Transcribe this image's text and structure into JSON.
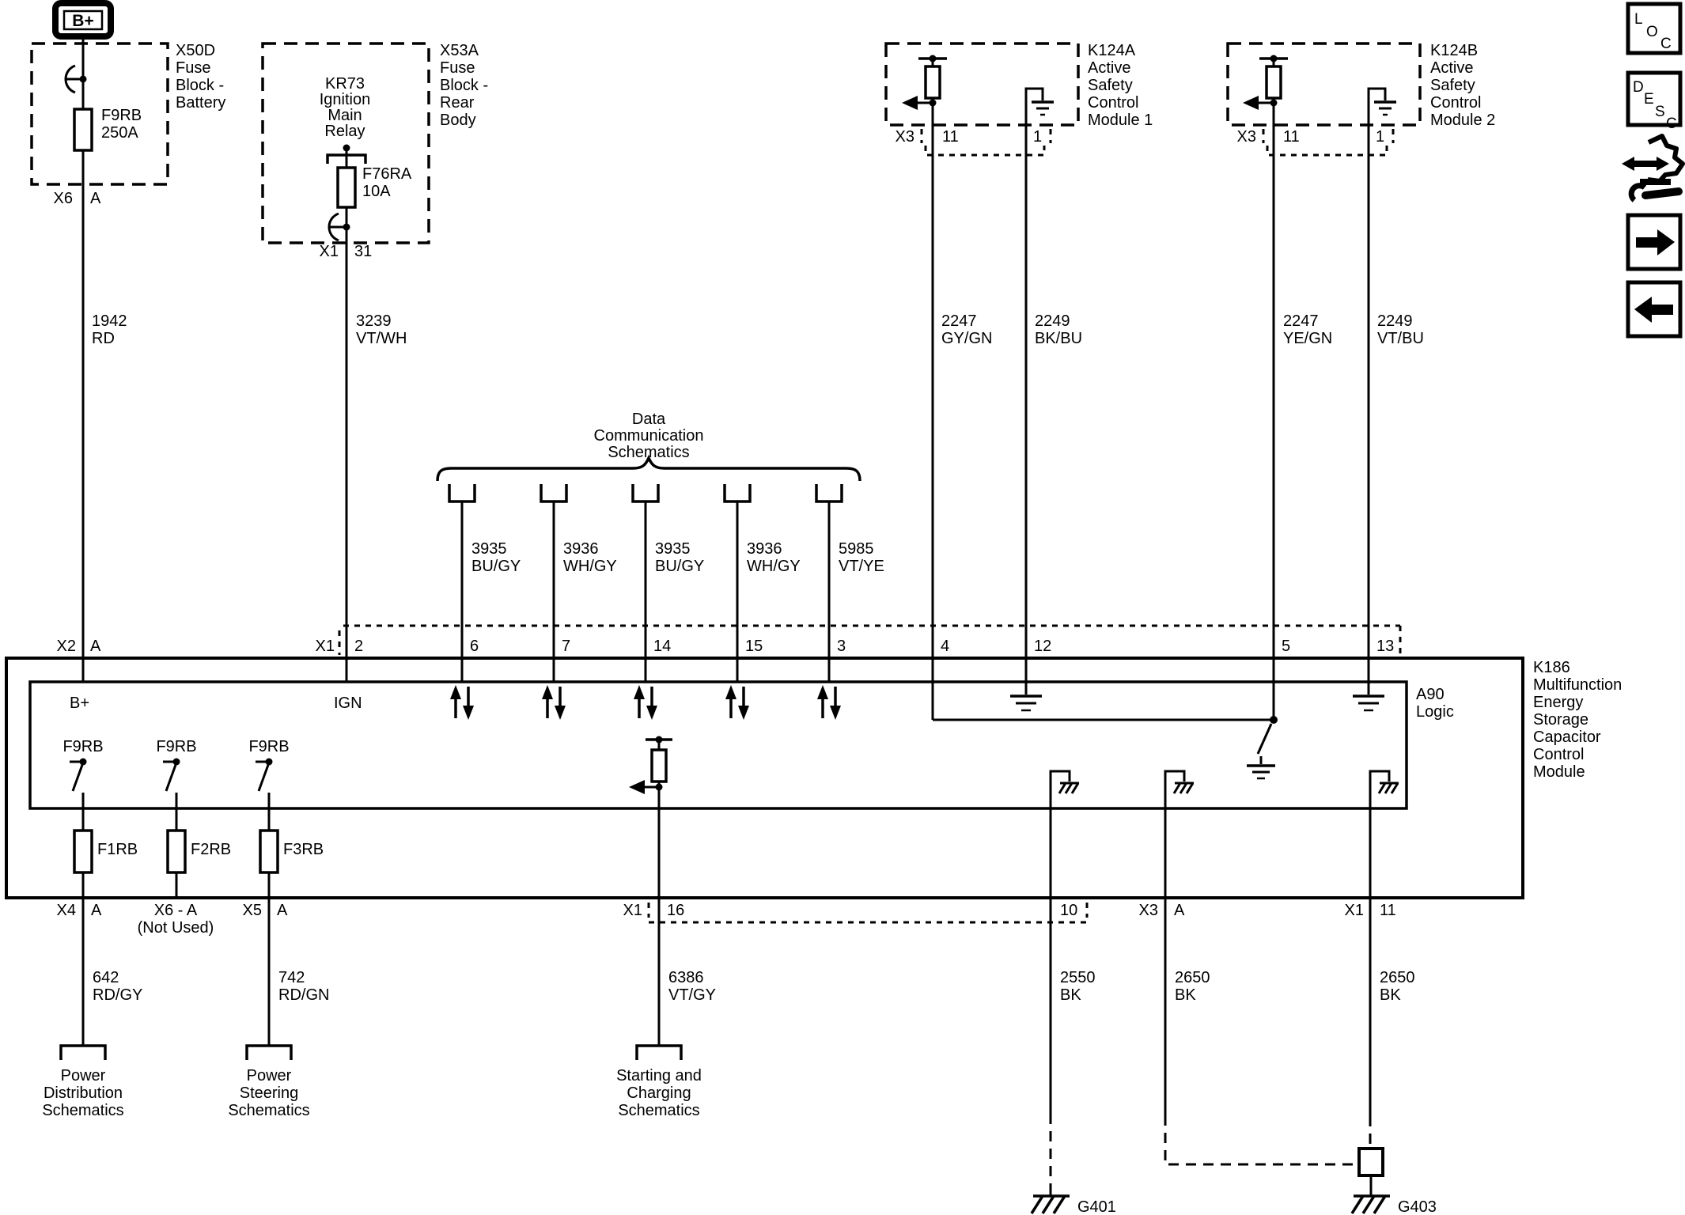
{
  "diagram": {
    "b_plus": "B+",
    "x50d": {
      "name": "X50D\nFuse\nBlock -\nBattery",
      "fuse": "F9RB\n250A",
      "conn": "X6",
      "pin": "A"
    },
    "x53a": {
      "name": "X53A\nFuse\nBlock -\nRear\nBody",
      "relay": "KR73\nIgnition\nMain\nRelay",
      "fuse": "F76RA\n10A",
      "conn": "X1",
      "pin": "31"
    },
    "k124a": {
      "name": "K124A\nActive\nSafety\nControl\nModule 1",
      "conn": "X3",
      "pin_11": "11",
      "pin_1": "1"
    },
    "k124b": {
      "name": "K124B\nActive\nSafety\nControl\nModule 2",
      "conn": "X3",
      "pin_11": "11",
      "pin_1": "1"
    },
    "wires": {
      "battery": "1942\nRD",
      "ignition": "3239\nVT/WH",
      "asm1_sig": "2247\nGY/GN",
      "asm1_gnd": "2249\nBK/BU",
      "asm2_sig": "2247\nYE/GN",
      "asm2_gnd": "2249\nVT/BU",
      "data": [
        "3935\nBU/GY",
        "3936\nWH/GY",
        "3935\nBU/GY",
        "3936\nWH/GY",
        "5985\nVT/YE"
      ],
      "power_dist": "642\nRD/GY",
      "power_steer": "742\nRD/GN",
      "starter": "6386\nVT/GY",
      "gnd_2550": "2550\nBK",
      "gnd_2650_a": "2650\nBK",
      "gnd_2650_b": "2650\nBK"
    },
    "data_comm": {
      "title": "Data\nCommunication\nSchematics"
    },
    "k186": {
      "name": "K186\nMultifunction\nEnergy\nStorage\nCapacitor\nControl\nModule",
      "logic": "A90\nLogic",
      "top_pins": {
        "x2": "X2",
        "x2_a": "A",
        "x1": "X1",
        "p2": "2",
        "p6": "6",
        "p7": "7",
        "p14": "14",
        "p15": "15",
        "p3": "3",
        "p4": "4",
        "p12": "12",
        "p5": "5",
        "p13": "13"
      },
      "internal": {
        "b_plus": "B+",
        "ign": "IGN",
        "f9rb": [
          "F9RB",
          "F9RB",
          "F9RB"
        ],
        "fuses": [
          "F1RB",
          "F2RB",
          "F3RB"
        ]
      },
      "bottom_pins": {
        "x4": "X4",
        "x4_a": "A",
        "x6a": "X6 - A",
        "x6a_note": "(Not Used)",
        "x5": "X5",
        "x5_a": "A",
        "x1": "X1",
        "p16": "16",
        "p10": "10",
        "x3": "X3",
        "x3_a": "A",
        "x1b": "X1",
        "p11": "11"
      }
    },
    "offpage": {
      "power_distribution": "Power\nDistribution\nSchematics",
      "power_steering": "Power\nSteering\nSchematics",
      "starting_charging": "Starting and\nCharging\nSchematics"
    },
    "grounds": {
      "g401": "G401",
      "g403": "G403"
    }
  },
  "sidebar": {
    "loc": [
      "L",
      "O",
      "C"
    ],
    "desc": [
      "D",
      "E",
      "S",
      "C"
    ]
  }
}
